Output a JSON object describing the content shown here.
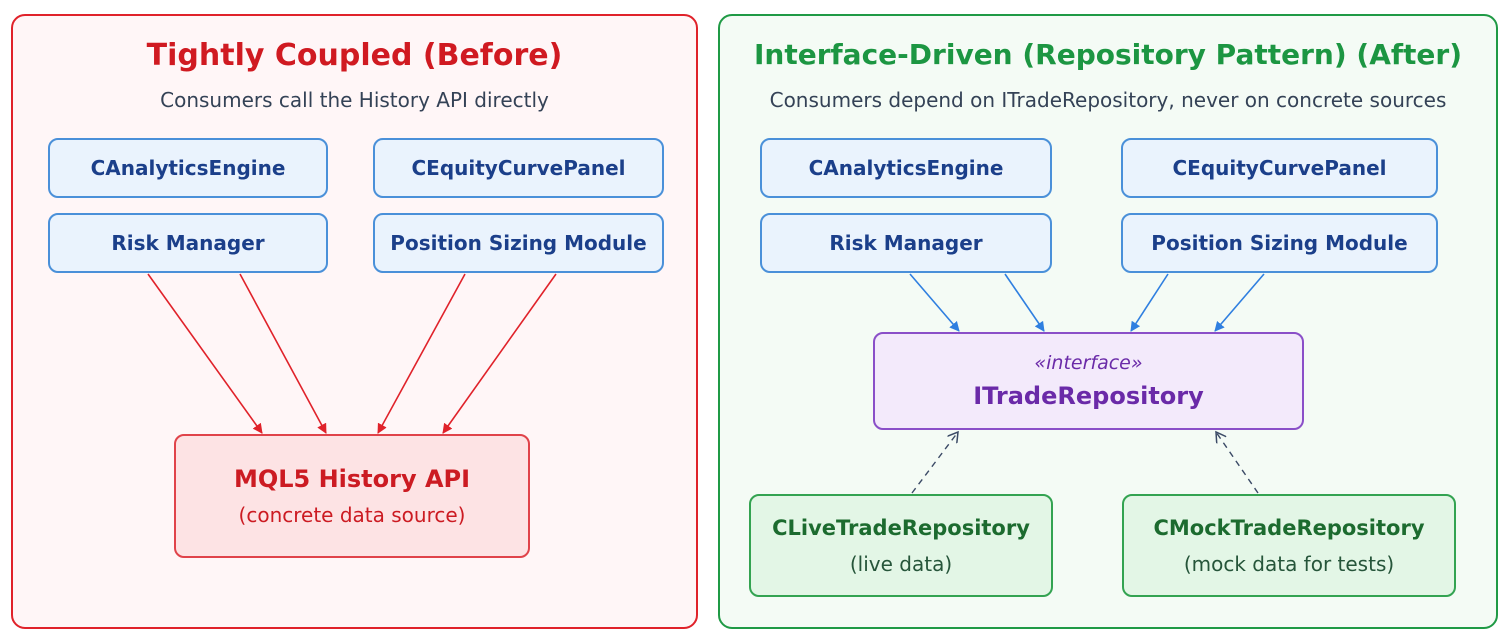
{
  "before": {
    "title": "Tightly Coupled (Before)",
    "subtitle": "Consumers call the History API directly",
    "consumers": [
      "CAnalyticsEngine",
      "CEquityCurvePanel",
      "Risk Manager",
      "Position Sizing Module"
    ],
    "source": {
      "title": "MQL5 History API",
      "subtitle": "(concrete data source)"
    }
  },
  "after": {
    "title": "Interface-Driven (Repository Pattern) (After)",
    "subtitle": "Consumers depend on ITradeRepository, never on concrete sources",
    "consumers": [
      "CAnalyticsEngine",
      "CEquityCurvePanel",
      "Risk Manager",
      "Position Sizing Module"
    ],
    "interface": {
      "stereotype": "«interface»",
      "name": "ITradeRepository"
    },
    "implementations": [
      {
        "name": "CLiveTradeRepository",
        "desc": "(live data)"
      },
      {
        "name": "CMockTradeRepository",
        "desc": "(mock data for tests)"
      }
    ]
  },
  "colors": {
    "coupled": "#e0222a",
    "decoupled": "#1f9a45",
    "dependency_arrow": "#2f7fe0",
    "interface": "#8a4fc8"
  }
}
